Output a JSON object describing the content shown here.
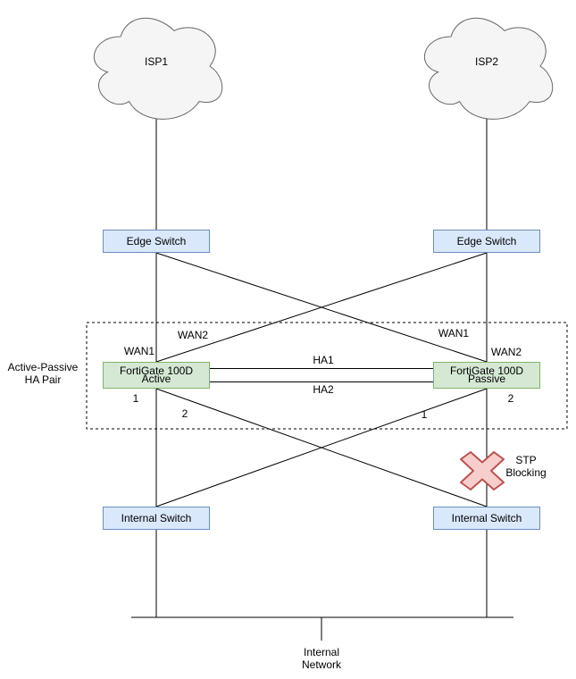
{
  "diagram": {
    "nodes": {
      "isp1": {
        "label": "ISP1"
      },
      "isp2": {
        "label": "ISP2"
      },
      "edge_switch_left": {
        "label": "Edge Switch"
      },
      "edge_switch_right": {
        "label": "Edge Switch"
      },
      "fortigate_left": {
        "label": "FortiGate 100D",
        "role": "Active"
      },
      "fortigate_right": {
        "label": "FortiGate 100D",
        "role": "Passive"
      },
      "internal_switch_left": {
        "label": "Internal Switch"
      },
      "internal_switch_right": {
        "label": "Internal Switch"
      },
      "internal_network": {
        "label": "Internal Network"
      }
    },
    "group_label": "Active-Passive HA Pair",
    "link_labels": {
      "wan1_left": "WAN1",
      "wan2_left": "WAN2",
      "wan1_right": "WAN1",
      "wan2_right": "WAN2",
      "ha1": "HA1",
      "ha2": "HA2",
      "port1_left": "1",
      "port2_left": "2",
      "port1_right": "1",
      "port2_right": "2"
    },
    "annotations": {
      "stp_blocking": "STP Blocking"
    },
    "colors": {
      "switch_fill": "#dae8fc",
      "switch_border": "#6c8ebf",
      "firewall_fill": "#d5e8d4",
      "firewall_border": "#82b366",
      "cloud_fill": "#f5f5f5",
      "cloud_border": "#666666",
      "blocked_fill": "#f8cecc",
      "blocked_border": "#b85450",
      "line": "#000000",
      "background": "#ffffff"
    }
  }
}
